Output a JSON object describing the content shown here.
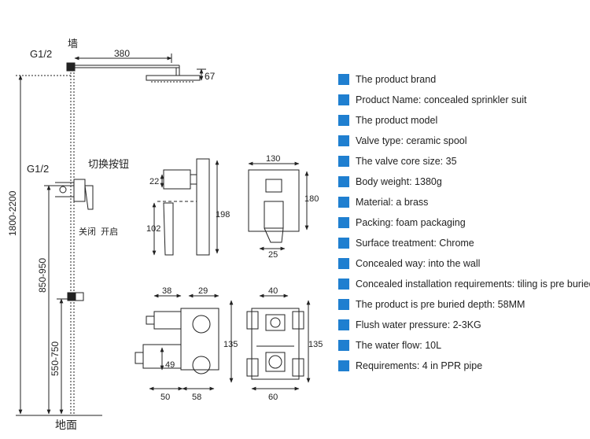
{
  "installation": {
    "wall_label": "墙",
    "floor_label": "地面",
    "thread_top": "G1/2",
    "thread_mid": "G1/2",
    "arm_length": "380",
    "head_height": "67",
    "height_total": "1800-2200",
    "height_mid": "850-950",
    "height_low": "550-750",
    "switch_label": "切换按钮",
    "off_on_label": "关闭  开启"
  },
  "side_view": {
    "dim_22": "22",
    "dim_102": "102",
    "dim_198": "198"
  },
  "front_view": {
    "dim_130": "130",
    "dim_180": "180",
    "dim_25": "25"
  },
  "valve_side": {
    "dim_38": "38",
    "dim_29": "29",
    "dim_135": "135",
    "dim_49": "49",
    "dim_50": "50",
    "dim_58": "58"
  },
  "valve_front": {
    "dim_40": "40",
    "dim_135": "135",
    "dim_60": "60"
  },
  "specs": [
    {
      "text": "The product brand"
    },
    {
      "text": "Product Name: concealed sprinkler suit"
    },
    {
      "text": "The product model"
    },
    {
      "text": "Valve type: ceramic spool"
    },
    {
      "text": "The valve core size: 35"
    },
    {
      "text": "Body weight: 1380g"
    },
    {
      "text": "Material: a brass"
    },
    {
      "text": "Packing: foam packaging"
    },
    {
      "text": "Surface treatment: Chrome"
    },
    {
      "text": "Concealed way: into the wall"
    },
    {
      "text": "Concealed installation requirements: tiling is pre buried"
    },
    {
      "text": "The product is pre buried depth: 58MM"
    },
    {
      "text": "Flush water pressure: 2-3KG"
    },
    {
      "text": "The water flow: 10L"
    },
    {
      "text": "Requirements: 4 in PPR pipe"
    }
  ],
  "colors": {
    "bullet": "#1f7fd0",
    "line": "#222222"
  }
}
